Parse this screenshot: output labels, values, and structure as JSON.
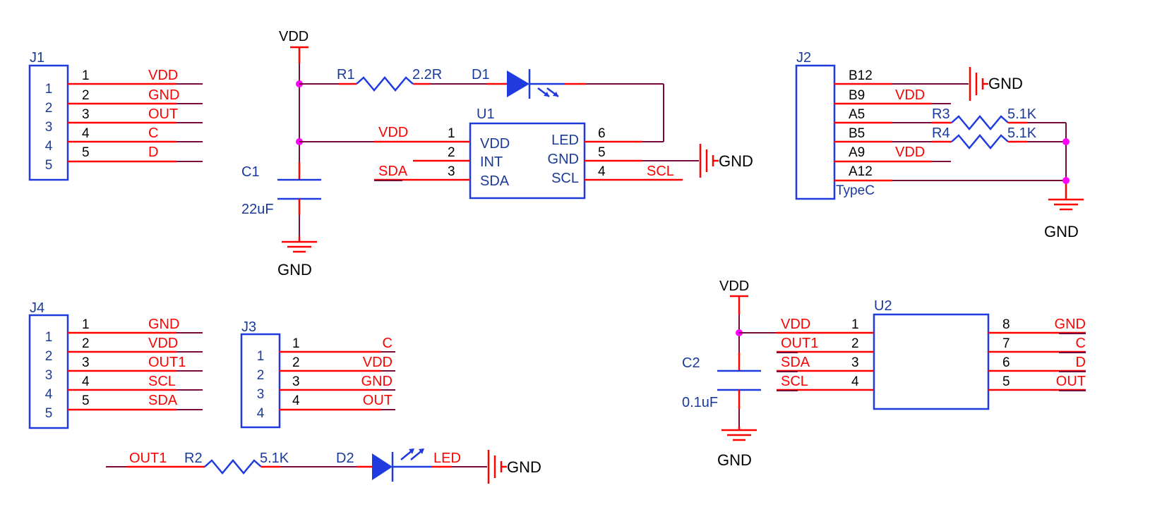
{
  "power": {
    "vdd": "VDD",
    "gnd": "GND"
  },
  "j1": {
    "ref": "J1",
    "pin_numbers": [
      "1",
      "2",
      "3",
      "4",
      "5"
    ],
    "pin_labels_outside": [
      "1",
      "2",
      "3",
      "4",
      "5"
    ],
    "nets": [
      "VDD",
      "GND",
      "OUT",
      "C",
      "D"
    ]
  },
  "c1": {
    "ref": "C1",
    "value": "22uF"
  },
  "r1": {
    "ref": "R1",
    "value": "2.2R"
  },
  "d1": {
    "ref": "D1"
  },
  "u1": {
    "ref": "U1",
    "left_pins": [
      {
        "num": "1",
        "name": "VDD",
        "net": "VDD"
      },
      {
        "num": "2",
        "name": "INT",
        "net": ""
      },
      {
        "num": "3",
        "name": "SDA",
        "net": "SDA"
      }
    ],
    "right_pins": [
      {
        "num": "6",
        "name": "LED",
        "net": ""
      },
      {
        "num": "5",
        "name": "GND",
        "net": ""
      },
      {
        "num": "4",
        "name": "SCL",
        "net": "SCL"
      }
    ]
  },
  "j2": {
    "ref": "J2",
    "type_label": "TypeC",
    "pins": [
      "B12",
      "B9",
      "A5",
      "B5",
      "A9",
      "A12"
    ],
    "nets": [
      "",
      "VDD",
      "",
      "",
      "VDD",
      ""
    ]
  },
  "r3": {
    "ref": "R3",
    "value": "5.1K"
  },
  "r4": {
    "ref": "R4",
    "value": "5.1K"
  },
  "j4": {
    "ref": "J4",
    "pin_numbers": [
      "1",
      "2",
      "3",
      "4",
      "5"
    ],
    "pin_labels_outside": [
      "1",
      "2",
      "3",
      "4",
      "5"
    ],
    "nets": [
      "GND",
      "VDD",
      "OUT1",
      "SCL",
      "SDA"
    ]
  },
  "j3": {
    "ref": "J3",
    "pin_numbers": [
      "1",
      "2",
      "3",
      "4"
    ],
    "pin_labels_outside": [
      "1",
      "2",
      "3",
      "4"
    ],
    "nets": [
      "C",
      "VDD",
      "GND",
      "OUT"
    ]
  },
  "r2": {
    "ref": "R2",
    "value": "5.1K"
  },
  "d2": {
    "ref": "D2"
  },
  "led_net": {
    "out1": "OUT1",
    "led": "LED"
  },
  "c2": {
    "ref": "C2",
    "value": "0.1uF"
  },
  "u2": {
    "ref": "U2",
    "left_pins": [
      {
        "num": "1",
        "net": "VDD"
      },
      {
        "num": "2",
        "net": "OUT1"
      },
      {
        "num": "3",
        "net": "SDA"
      },
      {
        "num": "4",
        "net": "SCL"
      }
    ],
    "right_pins": [
      {
        "num": "8",
        "net": "GND"
      },
      {
        "num": "7",
        "net": "C"
      },
      {
        "num": "6",
        "net": "D"
      },
      {
        "num": "5",
        "net": "OUT"
      }
    ]
  }
}
